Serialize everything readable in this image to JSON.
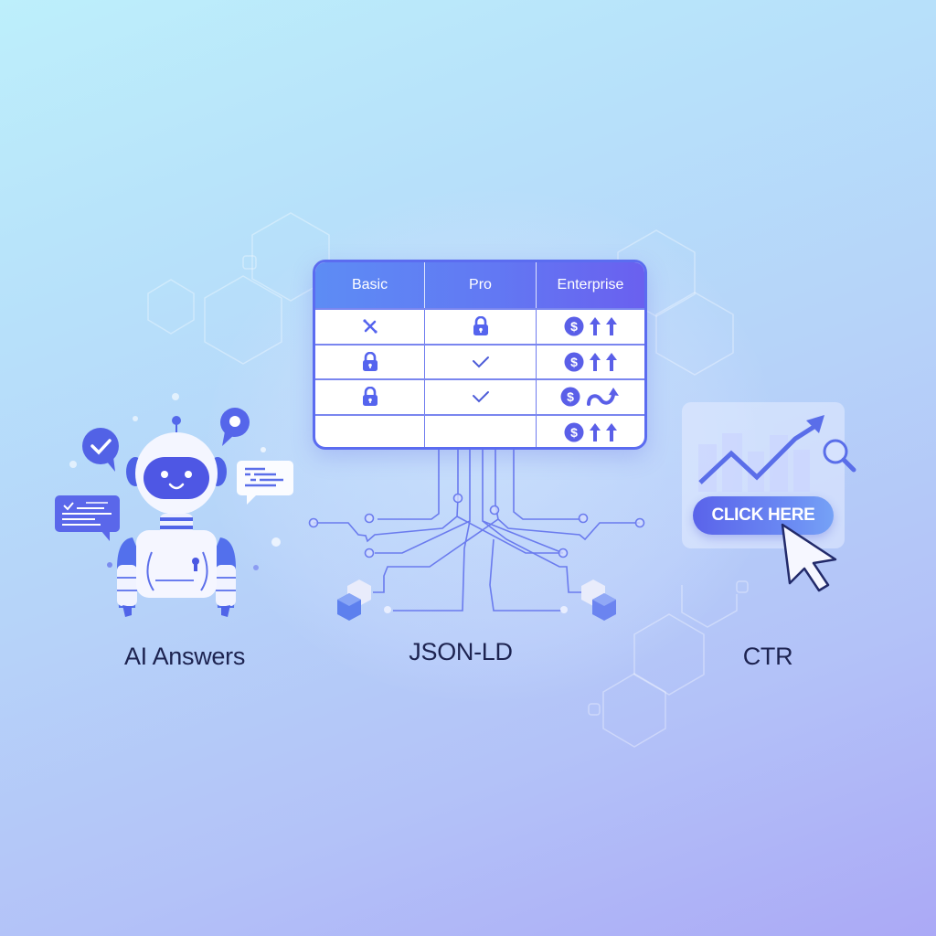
{
  "theme": {
    "accent": "#5b6cf0",
    "accent_dark": "#4a53d8",
    "label_color": "#1d2350",
    "header_gradient": [
      "#5d8cf4",
      "#6a60ef"
    ]
  },
  "pricing_table": {
    "headers": [
      "Basic",
      "Pro",
      "Enterprise"
    ],
    "rows": [
      {
        "basic": "shuffle-icon",
        "pro": "lock-icon",
        "enterprise": [
          "dollar-icon",
          "arrow-up-icon",
          "arrow-up-icon"
        ]
      },
      {
        "basic": "lock-icon",
        "pro": "check-icon",
        "enterprise": [
          "dollar-icon",
          "arrow-up-icon",
          "arrow-up-icon"
        ]
      },
      {
        "basic": "lock-icon",
        "pro": "check-icon",
        "enterprise": [
          "dollar-icon",
          "wave-arrow-icon"
        ]
      },
      {
        "basic": "",
        "pro": "",
        "enterprise": [
          "dollar-icon",
          "arrow-up-icon",
          "arrow-up-icon"
        ]
      }
    ]
  },
  "sections": {
    "ai_answers": {
      "label": "AI Answers"
    },
    "json_ld": {
      "label": "JSON-LD"
    },
    "ctr": {
      "label": "CTR",
      "button_label": "CLICK HERE"
    }
  }
}
